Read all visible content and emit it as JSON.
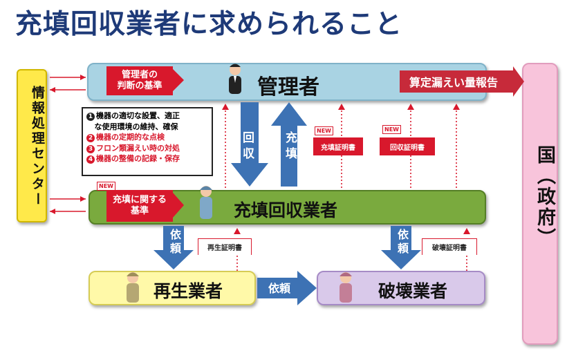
{
  "title": "充填回収業者に求められること",
  "nodes": {
    "kanrisha": "管理者",
    "juten_kaishu": "充填回収業者",
    "saisei": "再生業者",
    "hakai": "破壊業者",
    "info_center": "情報処理センター",
    "kuni": "国（政府）"
  },
  "callouts": {
    "kanrisha_kijun": [
      "管理者の",
      "判断の基準"
    ],
    "juten_kijun": [
      "充填に関する",
      "基準"
    ]
  },
  "obligations": [
    {
      "num": "1",
      "lines": [
        "機器の適切な設置、適正",
        "な使用環境の維持、確保"
      ],
      "color": "black"
    },
    {
      "num": "2",
      "lines": [
        "機器の定期的な点検"
      ],
      "color": "red"
    },
    {
      "num": "3",
      "lines": [
        "フロン類漏えい時の対処"
      ],
      "color": "red"
    },
    {
      "num": "4",
      "lines": [
        "機器の整備の記録・保存"
      ],
      "color": "red"
    }
  ],
  "arrows": {
    "kaishu": "回収",
    "juten": "充填",
    "irai_left": "依頼",
    "irai_right": "依頼",
    "irai_horizontal": "依頼",
    "santei": "算定漏えい量報告"
  },
  "certificates": {
    "juten_cert": "充填証明書",
    "kaishu_cert": "回収証明書",
    "saisei_cert": "再生証明書",
    "hakai_cert": "破壊証明書"
  },
  "badges": {
    "new": "NEW"
  },
  "colors": {
    "title": "#1e3a78",
    "manager_box": "#a9d3e3",
    "operator_box": "#7aaa3e",
    "recycler_box": "#fff9a8",
    "destroyer_box": "#d9c9ea",
    "info_center": "#ffe94a",
    "government": "#f8c4db",
    "arrow_blue": "#3d72b4",
    "accent_red": "#d8182c"
  }
}
